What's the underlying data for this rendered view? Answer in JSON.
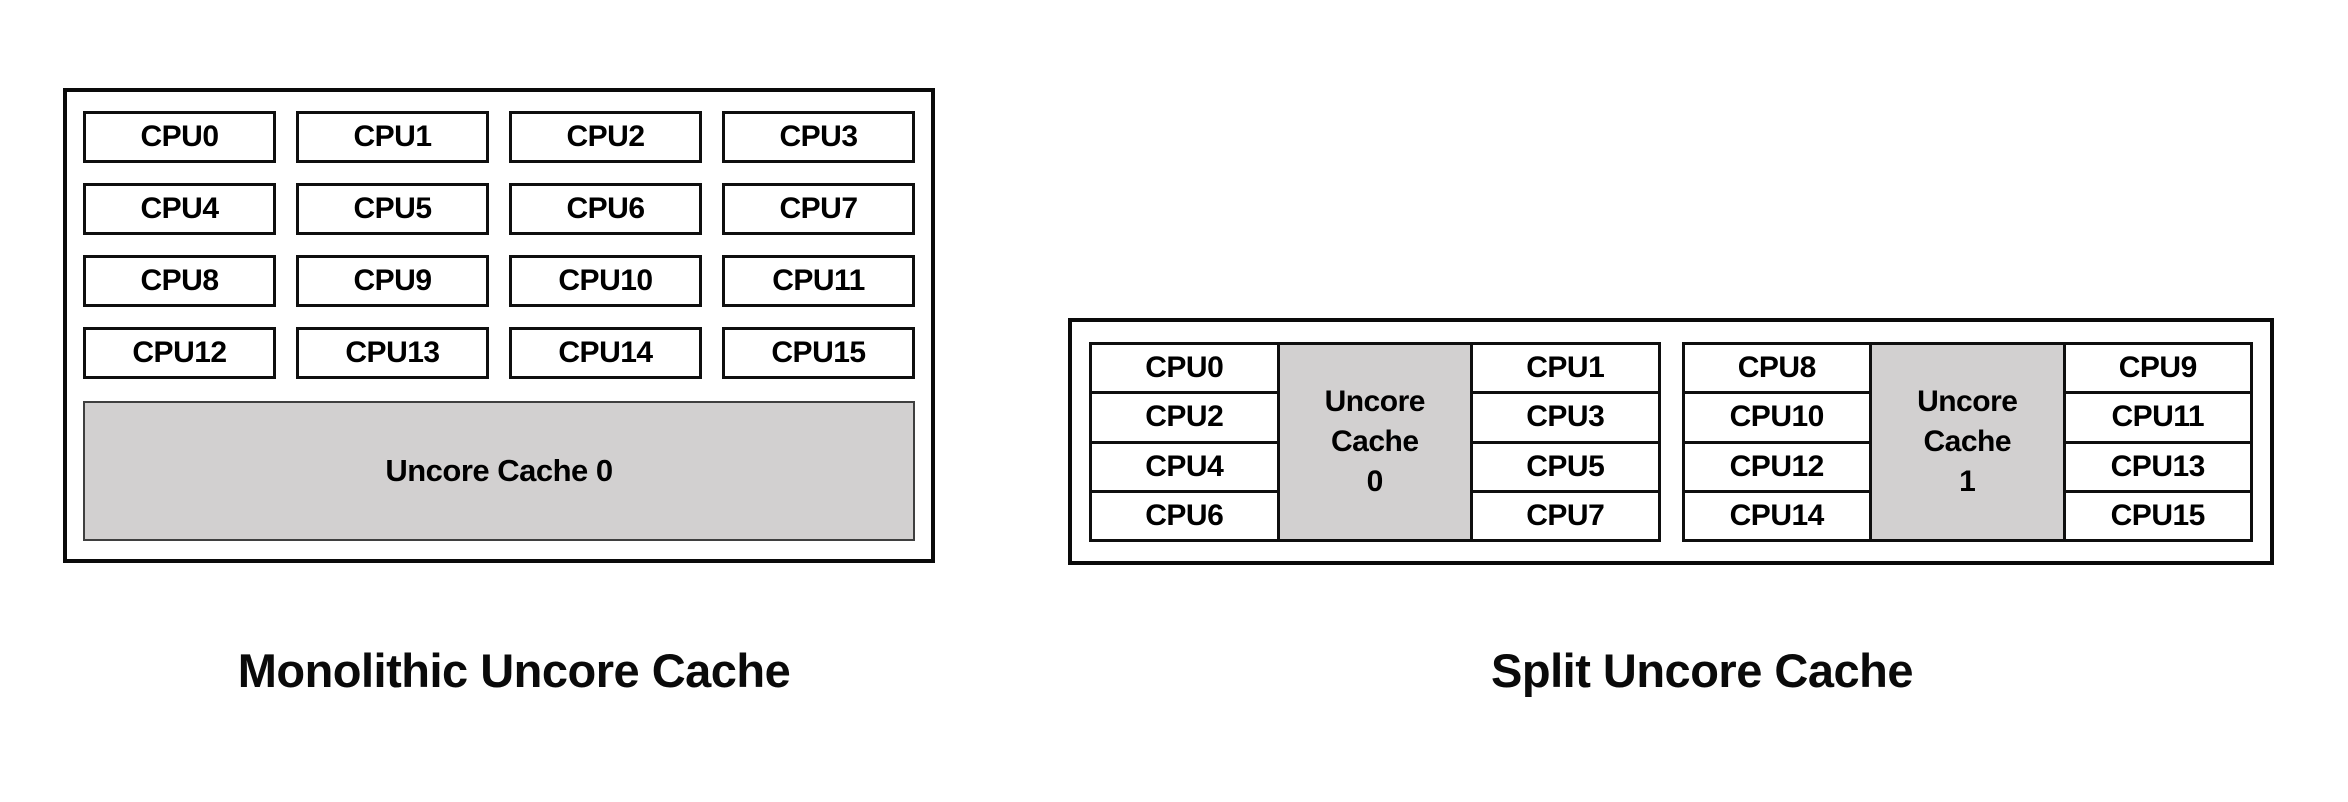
{
  "colors": {
    "background": "#ffffff",
    "box_border": "#0a0a0a",
    "cache_fill": "#d2d0d0",
    "text": "#000000"
  },
  "monolithic": {
    "caption": "Monolithic Uncore Cache",
    "cpus": [
      "CPU0",
      "CPU1",
      "CPU2",
      "CPU3",
      "CPU4",
      "CPU5",
      "CPU6",
      "CPU7",
      "CPU8",
      "CPU9",
      "CPU10",
      "CPU11",
      "CPU12",
      "CPU13",
      "CPU14",
      "CPU15"
    ],
    "cache_label": "Uncore Cache 0"
  },
  "split": {
    "caption": "Split Uncore Cache",
    "clusters": [
      {
        "left_cpus": [
          "CPU0",
          "CPU2",
          "CPU4",
          "CPU6"
        ],
        "cache_lines": [
          "Uncore",
          "Cache",
          "0"
        ],
        "right_cpus": [
          "CPU1",
          "CPU3",
          "CPU5",
          "CPU7"
        ]
      },
      {
        "left_cpus": [
          "CPU8",
          "CPU10",
          "CPU12",
          "CPU14"
        ],
        "cache_lines": [
          "Uncore",
          "Cache",
          "1"
        ],
        "right_cpus": [
          "CPU9",
          "CPU11",
          "CPU13",
          "CPU15"
        ]
      }
    ]
  }
}
